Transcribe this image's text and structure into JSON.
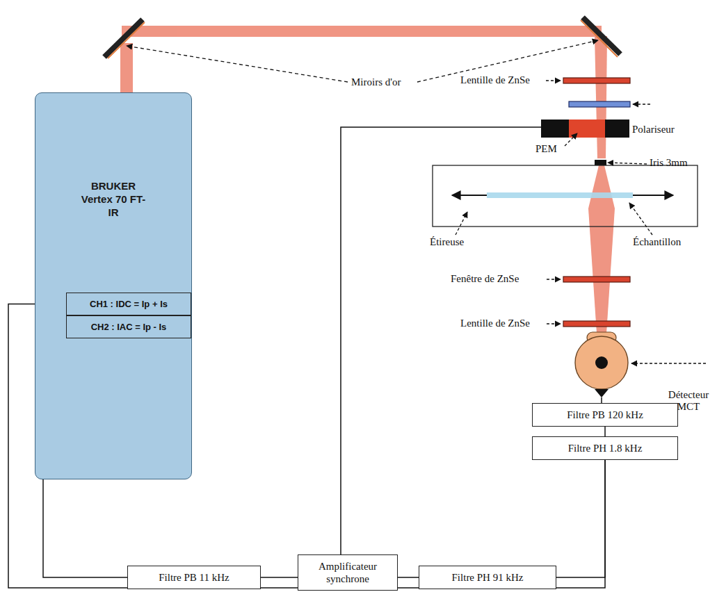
{
  "diagram": {
    "nodes": [
      {
        "text": [
          "BRUKER Vertex 70 FT-IR"
        ]
      },
      {
        "text": [
          "CH1 : IDC = Ip + Is"
        ],
        "in": 0
      },
      {
        "text": [
          "CH2 : IAC = Ip - Is"
        ],
        "in": 0
      },
      {
        "text": [
          "Filtre PB 120 kHz"
        ]
      },
      {
        "text": [
          "Filtre PH 1.8 kHz"
        ]
      },
      {
        "text": [
          "Filtre PB 11 kHz"
        ]
      },
      {
        "text": [
          "Amplificateur synchrone"
        ]
      },
      {
        "text": [
          "Filtre PH 91 kHz"
        ]
      }
    ],
    "edges": [
      {
        "from": 3,
        "to": 4,
        "arrow": "none"
      },
      {
        "from": 4,
        "to": 7,
        "arrow": "none"
      },
      {
        "from": 4,
        "to": 1,
        "arrow": "none"
      },
      {
        "from": 7,
        "to": 6,
        "arrow": "none"
      },
      {
        "from": 6,
        "to": 5,
        "arrow": "none"
      },
      {
        "from": 5,
        "to": 2,
        "arrow": "none"
      }
    ],
    "labels": [
      "Miroirs d'or",
      "Lentille de ZnSe",
      "Polariseur",
      "PEM",
      "Iris 3mm",
      "Étireuse",
      "Échantillon",
      "Fenêtre de ZnSe",
      "Lentille de ZnSe",
      "Détecteur MCT"
    ]
  }
}
